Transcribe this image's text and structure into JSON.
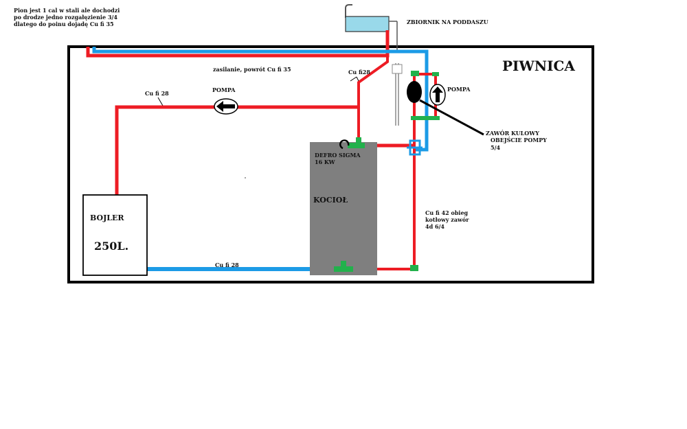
{
  "notes": {
    "top_left": "Pion jest 1 cal w stali ale dochodzi po drodze jedno rozgałęzienie 3/4 dlatego do poinu dojadę Cu fi 35"
  },
  "labels": {
    "tank": "ZBIORNIK NA PODDASZU",
    "basement": "PIWNICA",
    "supply_return": "zasilanie, powrót Cu fi 35",
    "riser_pipe": "Cu fi28",
    "boiler_loop_pipe": "Cu fi 28",
    "pump_left": "POMPA",
    "pump_right": "POMPA",
    "ball_valve": "ZAWÓR KULOWY",
    "bypass": "OBEJŚCIE POMPY",
    "bypass_size": "5/4",
    "boiler_model": "DEFRO SIGMA 16 KW",
    "kociol": "KOCIOŁ",
    "bojler": "BOJLER",
    "bojler_volume": "250L.",
    "bottom_pipe": "Cu fi 28",
    "circuit_note": "Cu fi 42 obieg kotłowy zawór 4d 6/4"
  },
  "colors": {
    "hot_pipe": "#ed1c24",
    "cold_pipe": "#1c9be6",
    "fitting": "#22b14c",
    "boiler_body": "#7f7f7f",
    "tank_fill": "#99d9ea",
    "frame": "#000000"
  }
}
